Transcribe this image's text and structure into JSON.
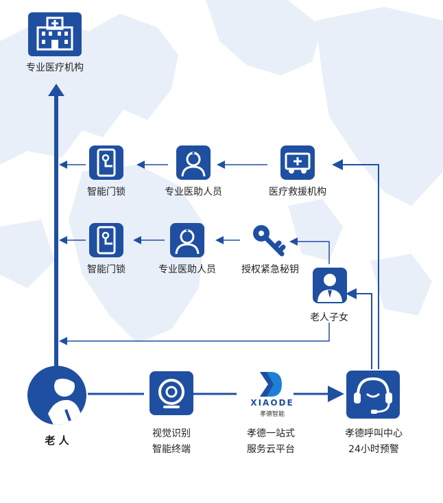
{
  "colors": {
    "primary": "#1f4fa0",
    "map": "#e9eff8",
    "text": "#222222"
  },
  "nodes": {
    "medical_institution": "专业医疗机构",
    "smart_lock_1": "智能门锁",
    "professional_helper_1": "专业医助人员",
    "rescue_institution": "医疗救援机构",
    "smart_lock_2": "智能门锁",
    "professional_helper_2": "专业医助人员",
    "emergency_key": "授权紧急秘钥",
    "children": "老人子女",
    "elderly": "老 人",
    "visual_terminal": [
      "视觉识别",
      "智能终端"
    ],
    "platform": [
      "孝德一站式",
      "服务云平台"
    ],
    "call_center": [
      "孝德呼叫中心",
      "24小时预警"
    ]
  },
  "logo": {
    "brand": "XIAODE",
    "sub": "孝德智能"
  },
  "icons": {
    "medical_institution": "hospital-icon",
    "smart_lock": "door-lock-icon",
    "helper": "nurse-icon",
    "rescue": "ambulance-icon",
    "key": "key-icon",
    "children": "person-icon",
    "elderly": "elderly-person-icon",
    "terminal": "camera-icon",
    "call_center": "headset-icon"
  }
}
